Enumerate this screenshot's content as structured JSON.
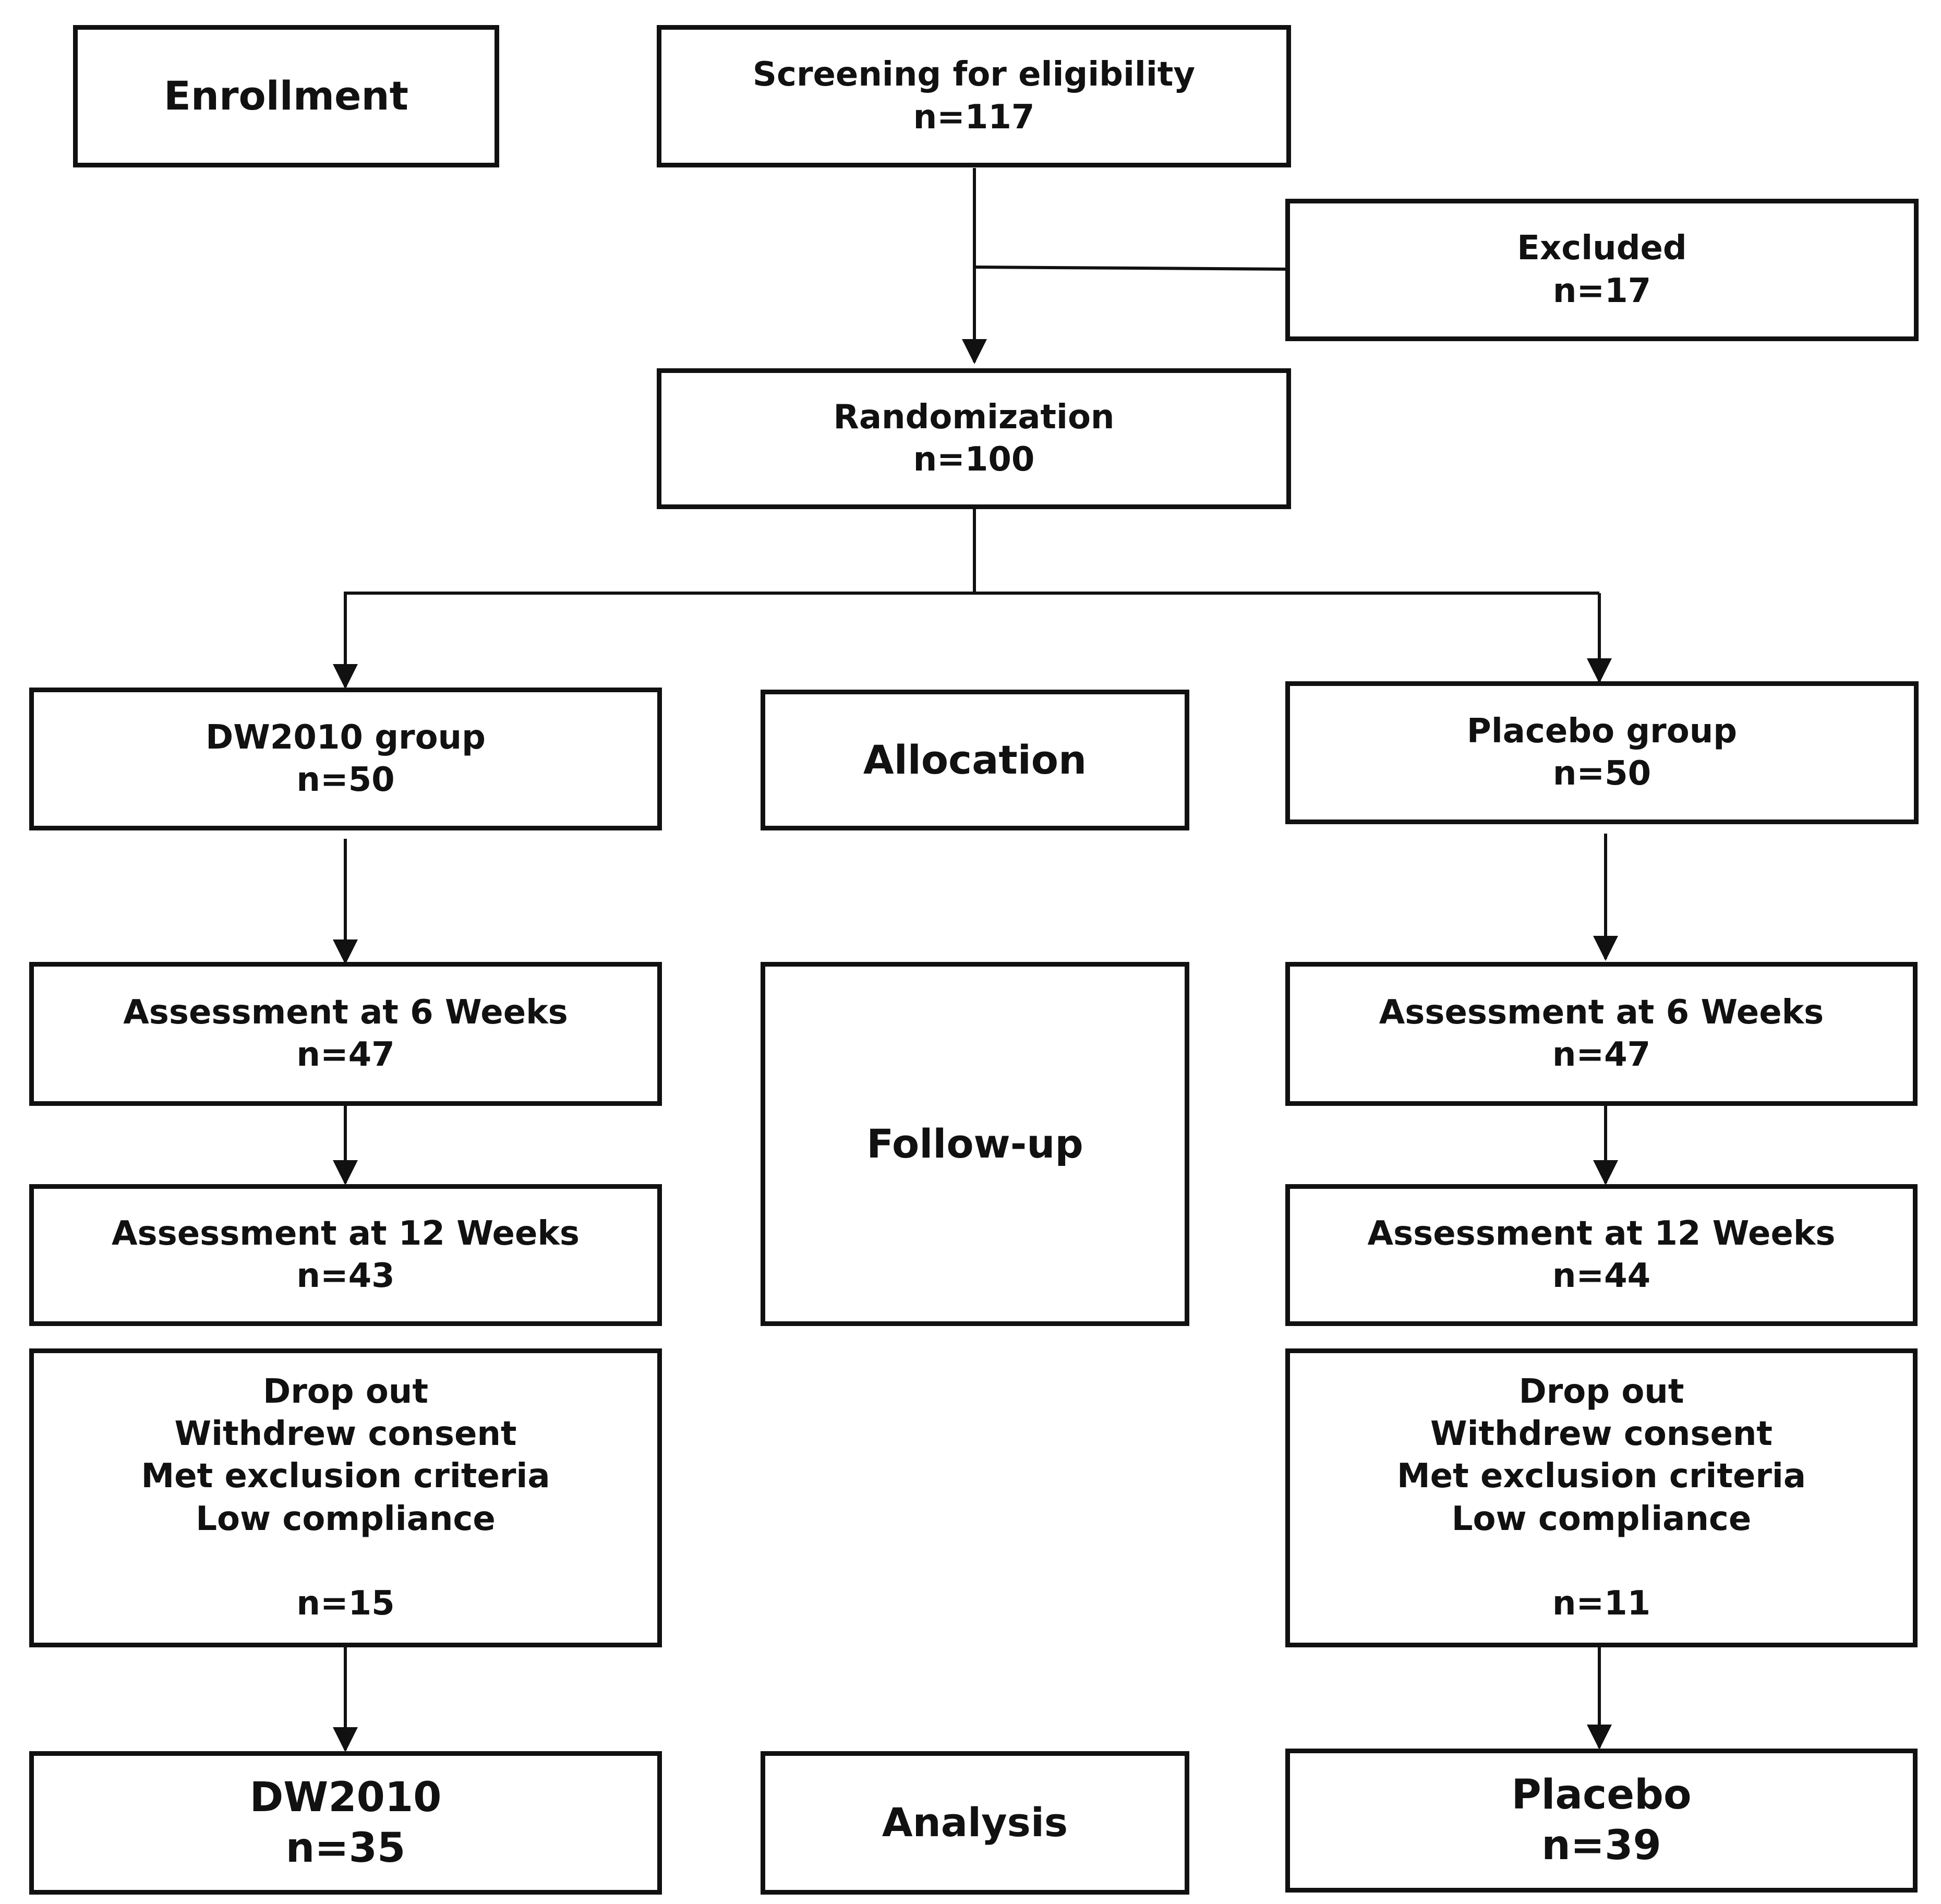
{
  "stages": {
    "enrollment": "Enrollment",
    "allocation": "Allocation",
    "follow_up": "Follow-up",
    "analysis": "Analysis"
  },
  "screening": {
    "title": "Screening for eligibility",
    "count": "n=117"
  },
  "excluded": {
    "title": "Excluded",
    "count": "n=17"
  },
  "randomization": {
    "title": "Randomization",
    "count": "n=100"
  },
  "dw2010_arm": {
    "group": {
      "title": "DW2010 group",
      "count": "n=50"
    },
    "week6": {
      "title": "Assessment at 6 Weeks",
      "count": "n=47"
    },
    "week12": {
      "title": "Assessment at 12 Weeks",
      "count": "n=43"
    },
    "dropout": {
      "title": "Drop out",
      "reasons": [
        "Withdrew consent",
        "Met exclusion criteria",
        "Low compliance"
      ],
      "count": "n=15"
    },
    "analysis": {
      "title": "DW2010",
      "count": "n=35"
    }
  },
  "placebo_arm": {
    "group": {
      "title": "Placebo group",
      "count": "n=50"
    },
    "week6": {
      "title": "Assessment at 6 Weeks",
      "count": "n=47"
    },
    "week12": {
      "title": "Assessment at 12 Weeks",
      "count": "n=44"
    },
    "dropout": {
      "title": "Drop out",
      "reasons": [
        "Withdrew consent",
        "Met exclusion criteria",
        "Low compliance"
      ],
      "count": "n=11"
    },
    "analysis": {
      "title": "Placebo",
      "count": "n=39"
    }
  },
  "colors": {
    "stroke": "#111111",
    "background": "#ffffff"
  }
}
